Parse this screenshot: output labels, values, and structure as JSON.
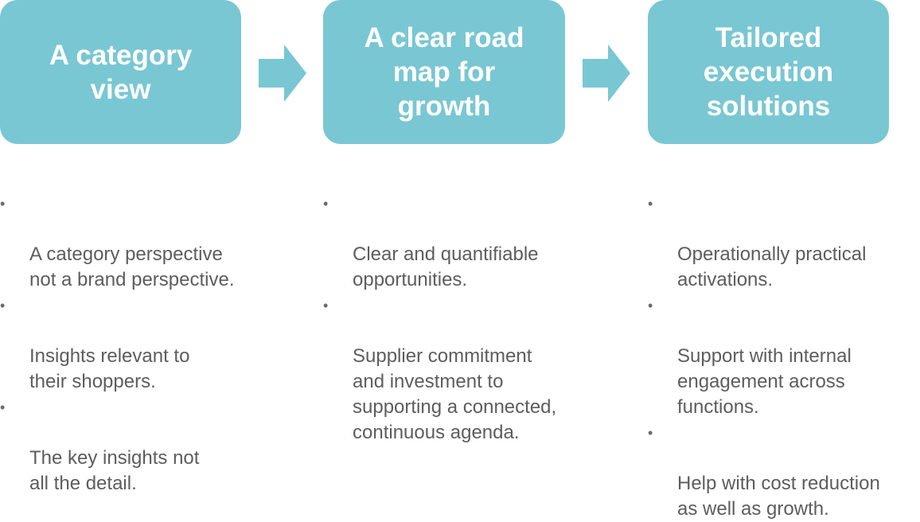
{
  "steps": [
    {
      "title": "A category\nview",
      "bullets": [
        "A category perspective\nnot a brand perspective.",
        "Insights relevant to\ntheir shoppers.",
        "The key insights not\nall the detail."
      ]
    },
    {
      "title": "A clear road\nmap for\ngrowth",
      "bullets": [
        "Clear and quantifiable\nopportunities.",
        "Supplier commitment\nand investment to\nsupporting a connected,\ncontinuous agenda."
      ]
    },
    {
      "title": "Tailored\nexecution\nsolutions",
      "bullets": [
        "Operationally practical\nactivations.",
        "Support with internal\nengagement across\nfunctions.",
        "Help with cost reduction\nas well as growth."
      ]
    }
  ],
  "bullet_glyph": "•",
  "colors": {
    "box_fill": "#79c7d3",
    "box_text": "#ffffff",
    "bullet_text": "#5d5d5d"
  }
}
